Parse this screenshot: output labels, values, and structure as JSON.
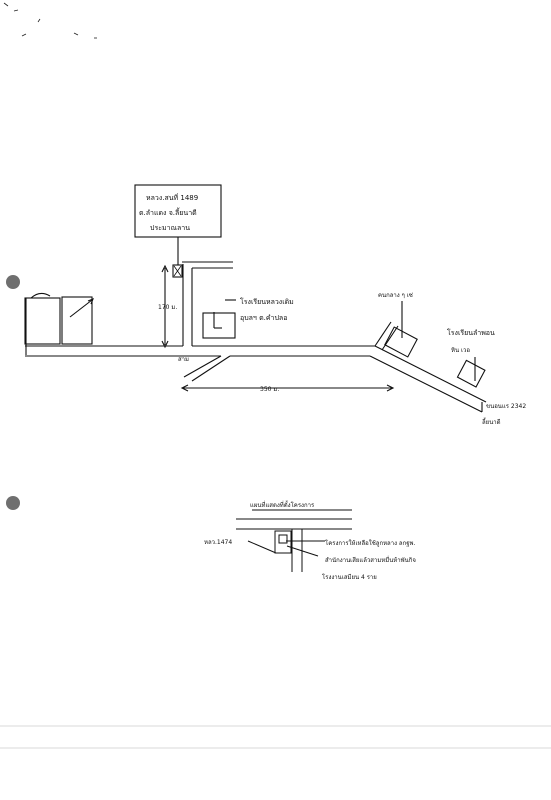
{
  "map_top": {
    "title_box": {
      "line1": "หลวง.สนที่ 1489",
      "line2": "ต.ลำแดง จ.ลี้ยนาดี",
      "line3": "ประมาณลาน"
    },
    "dist_vertical": "170 ม.",
    "dist_horizontal": "350 ม.",
    "junction_label": "สาม",
    "school_label_line1": "โรงเรียนหลวงเดิม",
    "school_label_line2": "อุบลฯ ต.คำปลอ",
    "sign_label": "คนกลาง ๆ เซ่",
    "right_label_line1": "โรงเรียนลำพอน",
    "right_label_line2": "หิน เวอ",
    "corner_label_line1": "ขนอนแร 2342",
    "corner_label_line2": "ลี้ยนาดี"
  },
  "map_bottom": {
    "title": "แผนที่แสดงที่ตั้งโครงการ",
    "left_label": "หลว.1474",
    "note_line1": "โครงการให้เหลือใช้ลูกหลาง ลกฐพ.",
    "note_line2": "สำนักงานเสียแล้วสามหมื่นห้าพันกิจ",
    "note_line3": "โรงงานเสมียน 4 ราย"
  }
}
